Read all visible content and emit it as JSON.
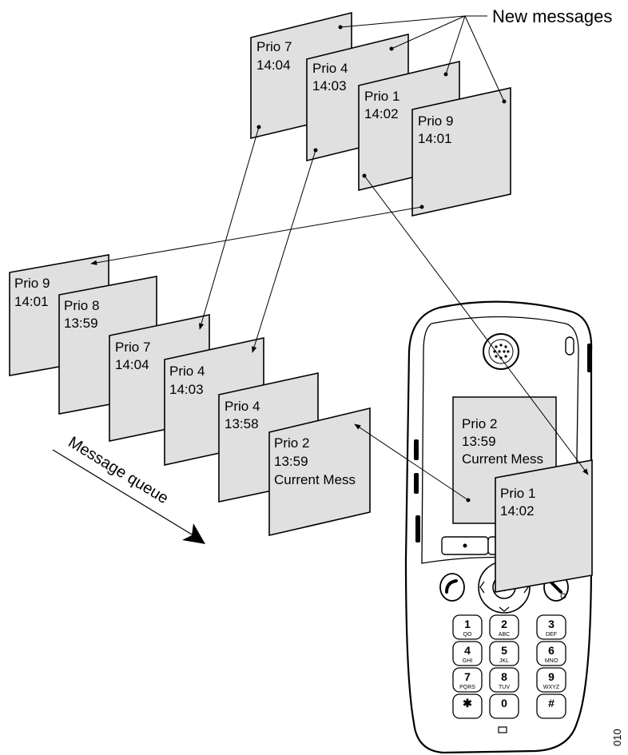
{
  "labels": {
    "new_messages": "New messages",
    "message_queue": "Message queue",
    "figure_code": "010"
  },
  "new_messages": [
    {
      "prio": "Prio 7",
      "time": "14:04"
    },
    {
      "prio": "Prio 4",
      "time": "14:03"
    },
    {
      "prio": "Prio 1",
      "time": "14:02"
    },
    {
      "prio": "Prio 9",
      "time": "14:01"
    }
  ],
  "queue": [
    {
      "prio": "Prio 9",
      "time": "14:01"
    },
    {
      "prio": "Prio 8",
      "time": "13:59"
    },
    {
      "prio": "Prio 7",
      "time": "14:04"
    },
    {
      "prio": "Prio 4",
      "time": "14:03"
    },
    {
      "prio": "Prio 4",
      "time": "13:58"
    },
    {
      "prio": "Prio 2",
      "time": "13:59",
      "note": "Current Mess"
    }
  ],
  "phone": {
    "display": {
      "prio": "Prio 2",
      "time": "13:59",
      "note": "Current Mess"
    },
    "incoming": {
      "prio": "Prio 1",
      "time": "14:02"
    },
    "keys": [
      {
        "digit": "1",
        "letters": "QO"
      },
      {
        "digit": "2",
        "letters": "ABC"
      },
      {
        "digit": "3",
        "letters": "DEF"
      },
      {
        "digit": "4",
        "letters": "GHI"
      },
      {
        "digit": "5",
        "letters": "JKL"
      },
      {
        "digit": "6",
        "letters": "MNO"
      },
      {
        "digit": "7",
        "letters": "PQRS"
      },
      {
        "digit": "8",
        "letters": "TUV"
      },
      {
        "digit": "9",
        "letters": "WXYZ"
      },
      {
        "digit": "✱",
        "letters": ""
      },
      {
        "digit": "0",
        "letters": ""
      },
      {
        "digit": "#",
        "letters": ""
      }
    ]
  }
}
